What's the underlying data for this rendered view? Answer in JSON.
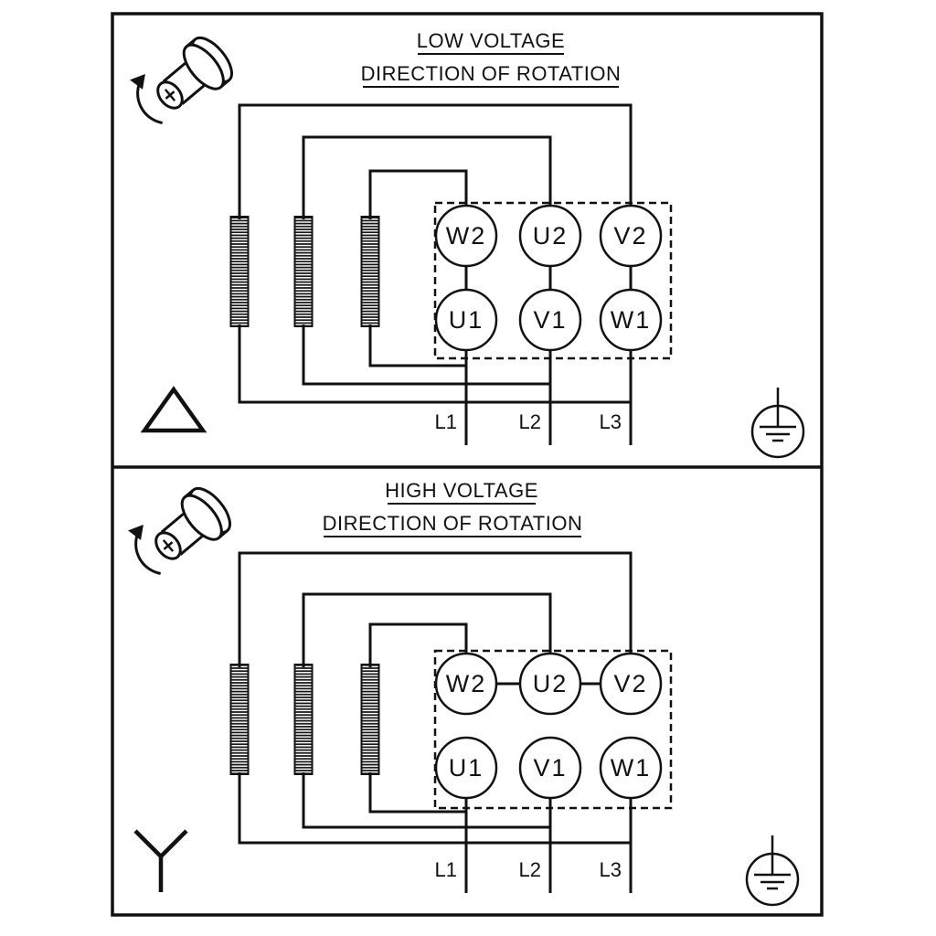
{
  "diagram": {
    "type": "motor-terminal-wiring",
    "panels": [
      {
        "title": "LOW VOLTAGE",
        "subtitle": "DIRECTION OF ROTATION",
        "connection": "delta",
        "terminals_top": [
          "W2",
          "U2",
          "V2"
        ],
        "terminals_bottom": [
          "U1",
          "V1",
          "W1"
        ],
        "supply_lines": [
          "L1",
          "L2",
          "L3"
        ]
      },
      {
        "title": "HIGH VOLTAGE",
        "subtitle": "DIRECTION OF ROTATION",
        "connection": "star",
        "terminals_top": [
          "W2",
          "U2",
          "V2"
        ],
        "terminals_bottom": [
          "U1",
          "V1",
          "W1"
        ],
        "supply_lines": [
          "L1",
          "L2",
          "L3"
        ]
      }
    ],
    "colors": {
      "line": "#111111",
      "background": "#ffffff"
    }
  }
}
